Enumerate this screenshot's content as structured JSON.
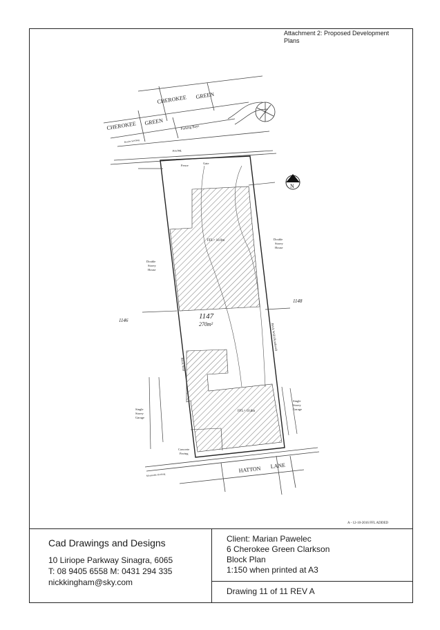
{
  "attachment": {
    "line1": "Attachment 2: Proposed Development",
    "line2": "Plans"
  },
  "plan": {
    "street_top": [
      "CHEROKEE",
      "GREEN"
    ],
    "street_top_left": [
      "CHEROKEE",
      "GREEN"
    ],
    "parking": "Parking Bays",
    "street_kerbing_top": "Barrier Kerbing",
    "paving": "Paving",
    "fence": "Fence",
    "gate": "Gate",
    "north": "N",
    "lot": "1147",
    "area": "270m²",
    "ffl_upper": "FFL= 10.9m",
    "ffl_lower": "FFL= 10.8m",
    "lot_left": "1146",
    "lot_right": "1148",
    "double_storey_left": [
      "Double",
      "Storey",
      "House"
    ],
    "double_storey_right": [
      "Double",
      "Storey",
      "House"
    ],
    "single_garage_left": [
      "Single",
      "Storey",
      "Garage"
    ],
    "single_garage_right": [
      "Single",
      "Storey",
      "Garage"
    ],
    "brick_wall_left": "Brick Wall",
    "brick_wall_right": "Brick Wall (Rendered)",
    "concrete_paving": [
      "Concrete",
      "Paving"
    ],
    "street_bottom": [
      "HATTON",
      "LANE"
    ],
    "mountable_kerbing": "Mountable Kerbing",
    "revision": "A - 12-10-2016   FFL ADDED"
  },
  "titleblock": {
    "company": "Cad Drawings and Designs",
    "address": "10 Liriope Parkway Sinagra, 6065",
    "phones": "T: 08 9405 6558 M: 0431 294 335",
    "email": "nickkingham@sky.com",
    "client": "Client: Marian Pawelec",
    "site": "6 Cherokee Green Clarkson",
    "plan_type": "Block Plan",
    "scale": "1:150 when printed at A3",
    "drawing": "Drawing 11 of 11 REV A"
  }
}
